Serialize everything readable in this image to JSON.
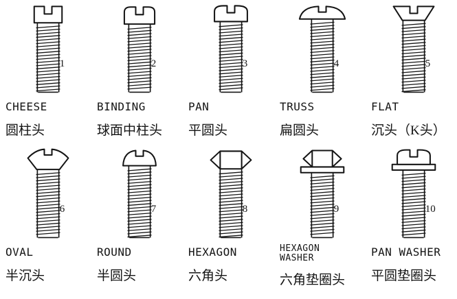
{
  "items": [
    {
      "num": "1",
      "en": "CHEESE",
      "zh": "圆柱头"
    },
    {
      "num": "2",
      "en": "BINDING",
      "zh": "球面中柱头"
    },
    {
      "num": "3",
      "en": "PAN",
      "zh": "平圆头"
    },
    {
      "num": "4",
      "en": "TRUSS",
      "zh": "扁圆头"
    },
    {
      "num": "5",
      "en": "FLAT",
      "zh": "沉头（K头）"
    },
    {
      "num": "6",
      "en": "OVAL",
      "zh": "半沉头"
    },
    {
      "num": "7",
      "en": "ROUND",
      "zh": "半圆头"
    },
    {
      "num": "8",
      "en": "HEXAGON",
      "zh": "六角头"
    },
    {
      "num": "9",
      "en": "HEXAGON\nWASHER",
      "zh": "六角垫圈头"
    },
    {
      "num": "10",
      "en": "PAN WASHER",
      "zh": "平圆垫圈头"
    }
  ]
}
